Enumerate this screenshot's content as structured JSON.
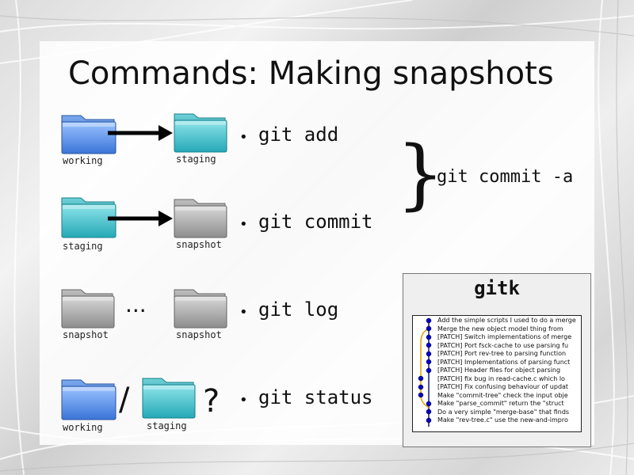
{
  "slide": {
    "title": "Commands: Making snapshots"
  },
  "folders": {
    "row1_left": "working",
    "row1_right": "staging",
    "row2_left": "staging",
    "row2_right": "snapshot",
    "row3_left": "snapshot",
    "row3_right": "snapshot",
    "row4_left": "working",
    "row4_right": "staging"
  },
  "separators": {
    "ellipsis": "...",
    "slash": "/",
    "question": "?"
  },
  "commands": {
    "add": "git add",
    "commit": "git commit",
    "log": "git log",
    "status": "git status",
    "commit_a": "git commit -a"
  },
  "gitk": {
    "title": "gitk",
    "commits": [
      "Add the simple scripts I used to do a merge",
      "Merge the new object model thing from",
      "[PATCH] Switch implementations of merge",
      "[PATCH] Port fsck-cache to use parsing fu",
      "[PATCH] Port rev-tree to parsing function",
      "[PATCH] Implementations of parsing funct",
      "[PATCH] Header files for object parsing",
      "[PATCH] fix bug in read-cache.c which lo",
      "[PATCH] Fix confusing behaviour of updat",
      "Make \"commit-tree\" check the input obje",
      "Make \"parse_commit\" return the \"struct",
      "Do a very simple \"merge-base\" that finds",
      "Make \"rev-tree.c\" use the new-and-impro"
    ]
  },
  "colors": {
    "blue_folder": "#5b93e8",
    "teal_folder": "#3fc1cc",
    "gray_folder": "#a8a8a8",
    "graph_dot": "#0000cc",
    "graph_branch": "#e0a000"
  },
  "icons": {
    "folder": "folder-icon",
    "arrow": "arrow-right-icon"
  }
}
